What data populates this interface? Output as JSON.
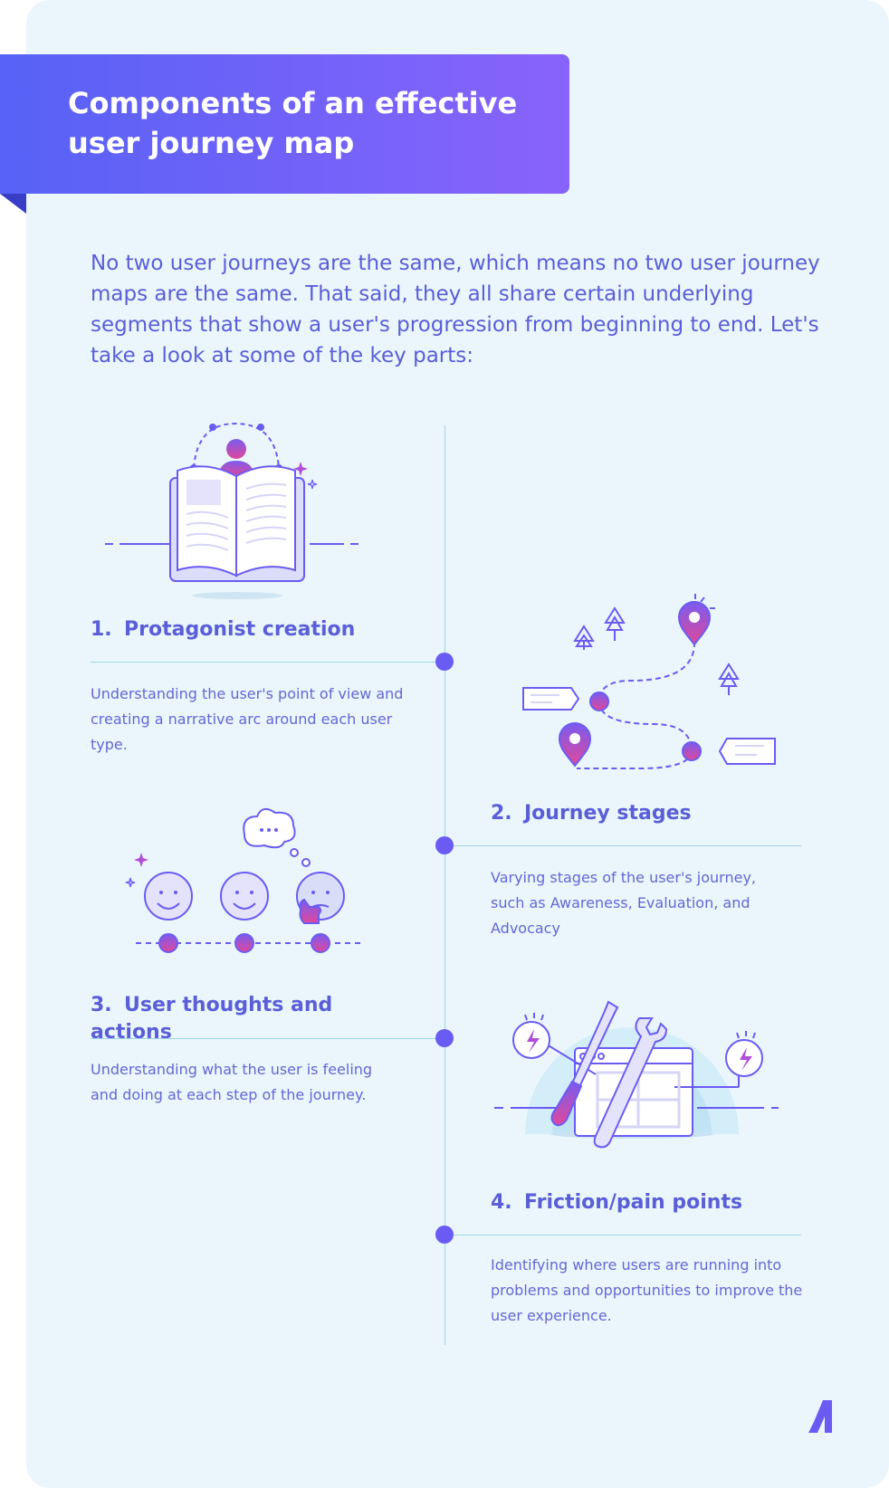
{
  "title": "Components of an effective user journey map",
  "intro": "No two user journeys are the same, which means no two user journey maps are the same. That said, they all share certain underlying segments that show a user's progression from beginning to end. Let's take a look at some of the key parts:",
  "components": [
    {
      "number": "1.",
      "title": "Protagonist creation",
      "description": "Understanding the user's point of view and creating a narrative arc around each user type.",
      "icon": "book-user-icon"
    },
    {
      "number": "2.",
      "title": "Journey stages",
      "description": "Varying stages of the user's journey, such as Awareness, Evaluation, and Advocacy",
      "icon": "journey-map-icon"
    },
    {
      "number": "3.",
      "title": "User thoughts and actions",
      "description": "Understanding what the user is feeling and doing at each step of the journey.",
      "icon": "emoji-thoughts-icon"
    },
    {
      "number": "4.",
      "title": "Friction/pain points",
      "description": "Identifying where users are running into problems and opportunities to improve the user experience.",
      "icon": "tools-icon"
    }
  ],
  "colors": {
    "accent": "#5a5ed8",
    "banner_start": "#5762f6",
    "banner_end": "#8963fb",
    "background": "#eaf6fb",
    "dot": "#6a5cf3"
  }
}
